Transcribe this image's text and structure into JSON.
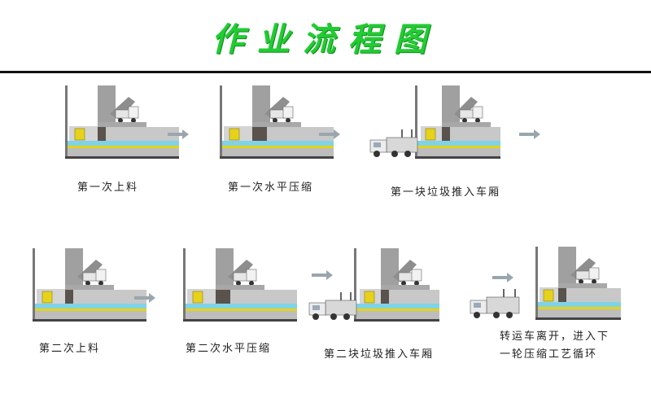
{
  "title": "作业流程图",
  "steps": [
    {
      "label": "第一次上料"
    },
    {
      "label": "第一次水平压缩"
    },
    {
      "label": "第一块垃圾推入车厢"
    },
    {
      "label": "第二次上料"
    },
    {
      "label": "第二次水平压缩"
    },
    {
      "label": "第二块垃圾推入车厢"
    },
    {
      "label_line1": "转运车离开，进入下",
      "label_line2": "一轮压缩工艺循环"
    }
  ],
  "colors": {
    "title": "#22cc33",
    "concrete": "#9a9a9a",
    "dark": "#5a524c",
    "yellow": "#e6d21a",
    "cyan": "#7fd3e6",
    "truck": "#d8d8d8"
  }
}
